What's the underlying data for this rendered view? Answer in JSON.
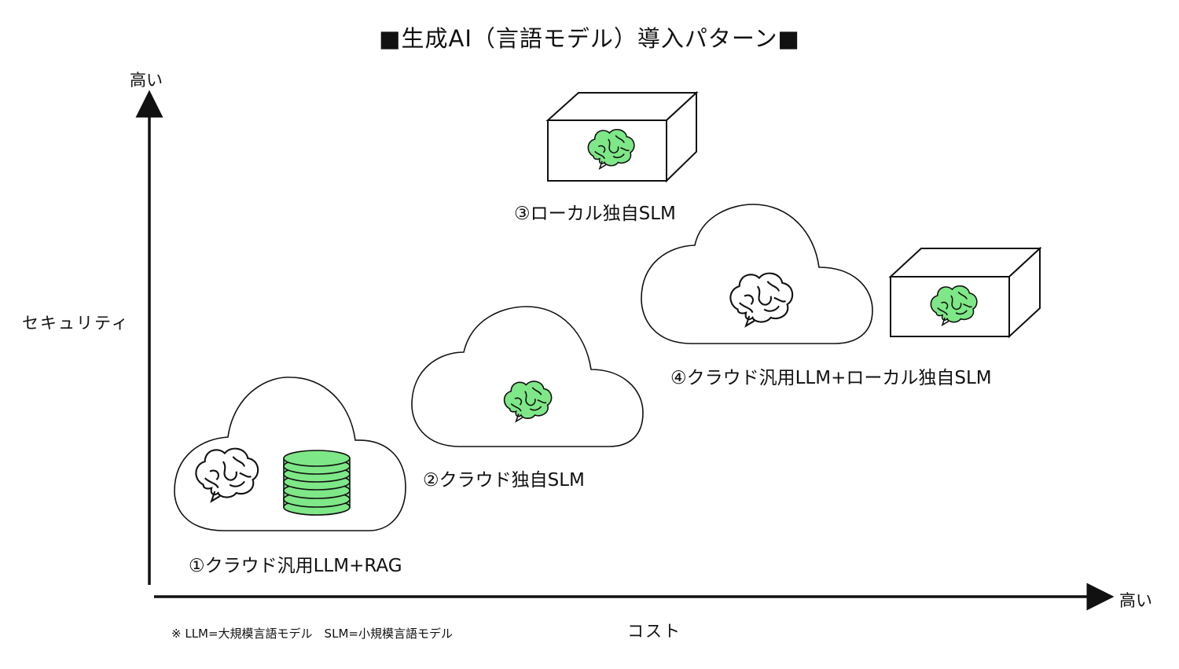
{
  "title": "■生成AI（言語モデル）導入パターン■",
  "axes": {
    "y_label": "セキュリティ",
    "y_high": "高い",
    "x_label": "コスト",
    "x_high": "高い"
  },
  "patterns": [
    {
      "label": "①クラウド汎用LLM+RAG",
      "icons": [
        "cloud-icon",
        "brain-icon",
        "database-icon"
      ]
    },
    {
      "label": "②クラウド独自SLM",
      "icons": [
        "cloud-icon",
        "brain-icon"
      ]
    },
    {
      "label": "③ローカル独自SLM",
      "icons": [
        "server-box-icon",
        "brain-icon"
      ]
    },
    {
      "label": "④クラウド汎用LLM+ローカル独自SLM",
      "icons": [
        "cloud-icon",
        "brain-icon",
        "server-box-icon",
        "brain-icon"
      ]
    }
  ],
  "footnote": "※ LLM=大規模言語モデル　SLM=小規模言語モデル",
  "colors": {
    "accent": "#7ee787",
    "line": "#111111",
    "background": "#ffffff"
  }
}
